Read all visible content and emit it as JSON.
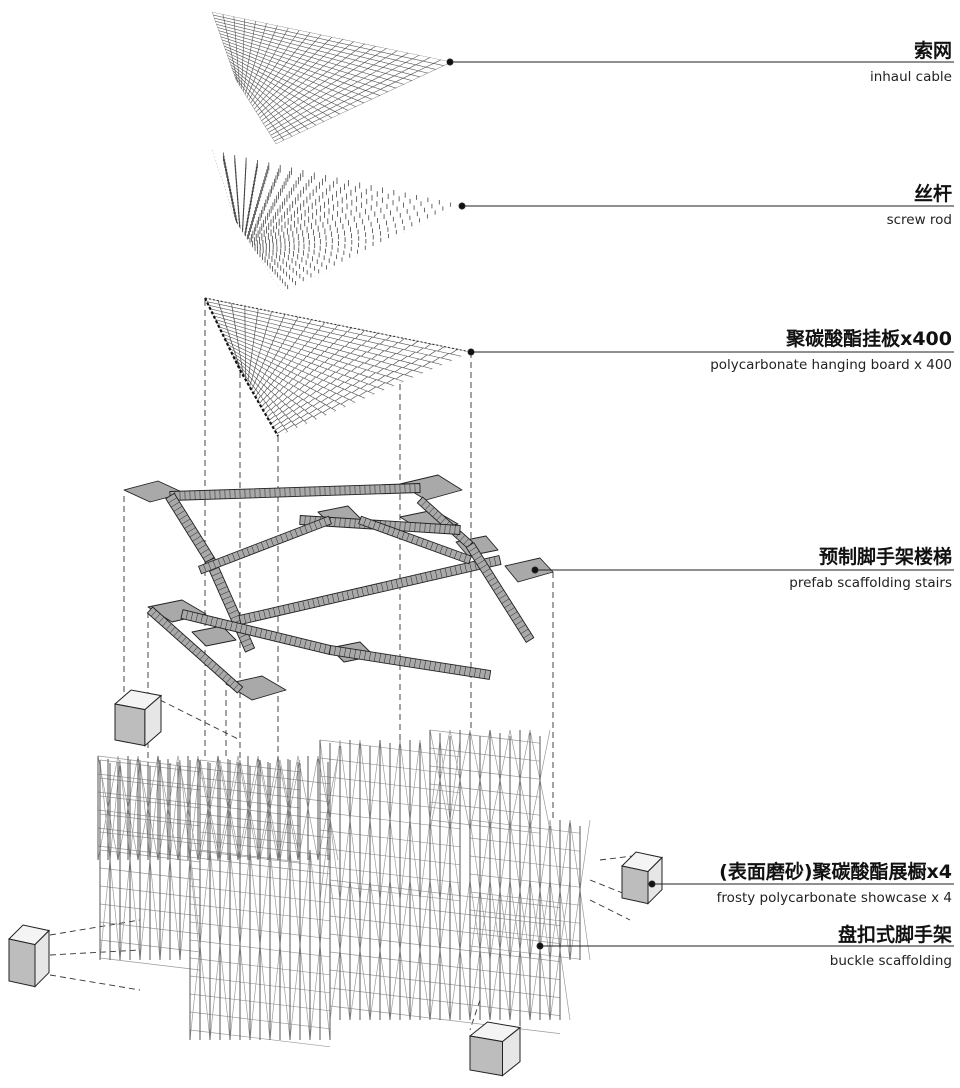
{
  "labels": [
    {
      "id": "cable",
      "zh": "索网",
      "en": "inhaul cable",
      "icon": "cable-net-icon"
    },
    {
      "id": "rod",
      "zh": "丝杆",
      "en": "screw rod",
      "icon": "screw-rod-icon"
    },
    {
      "id": "board",
      "zh": "聚碳酸酯挂板x400",
      "en": "polycarbonate hanging board x 400",
      "icon": "hanging-board-icon"
    },
    {
      "id": "stairs",
      "zh": "预制脚手架楼梯",
      "en": "prefab scaffolding stairs",
      "icon": "stairs-icon"
    },
    {
      "id": "showcase",
      "zh": "(表面磨砂)聚碳酸酯展橱x4",
      "en": "frosty polycarbonate showcase x 4",
      "icon": "showcase-icon"
    },
    {
      "id": "scaffold",
      "zh": "盘扣式脚手架",
      "en": "buckle scaffolding",
      "icon": "scaffolding-icon"
    }
  ],
  "colors": {
    "line": "#222222",
    "stair_fill": "#a9a9a9",
    "scaffold_line": "#9a9a9a",
    "box_face_light": "#eeeeee",
    "box_face_dark": "#bdbdbd"
  }
}
